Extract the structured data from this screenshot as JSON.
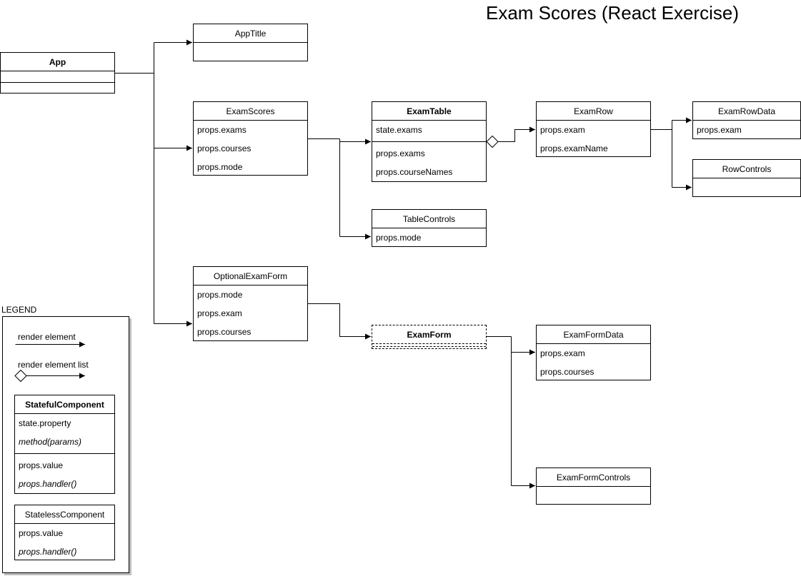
{
  "title": "Exam Scores (React Exercise)",
  "components": {
    "app": {
      "name": "App",
      "fields": []
    },
    "app_title": {
      "name": "AppTitle",
      "fields": []
    },
    "exam_scores": {
      "name": "ExamScores",
      "fields": [
        "props.exams",
        "props.courses",
        "props.mode"
      ]
    },
    "exam_table": {
      "name": "ExamTable",
      "state": [
        "state.exams"
      ],
      "props": [
        "props.exams",
        "props.courseNames"
      ]
    },
    "exam_row": {
      "name": "ExamRow",
      "fields": [
        "props.exam",
        "props.examName"
      ]
    },
    "exam_row_data": {
      "name": "ExamRowData",
      "fields": [
        "props.exam"
      ]
    },
    "row_controls": {
      "name": "RowControls",
      "fields": []
    },
    "table_controls": {
      "name": "TableControls",
      "fields": [
        "props.mode"
      ]
    },
    "optional_exam_form": {
      "name": "OptionalExamForm",
      "fields": [
        "props.mode",
        "props.exam",
        "props.courses"
      ]
    },
    "exam_form": {
      "name": "ExamForm",
      "fields": []
    },
    "exam_form_data": {
      "name": "ExamFormData",
      "fields": [
        "props.exam",
        "props.courses"
      ]
    },
    "exam_form_controls": {
      "name": "ExamFormControls",
      "fields": []
    }
  },
  "legend": {
    "title": "LEGEND",
    "render_element": "render element",
    "render_element_list": "render element list",
    "stateful": {
      "name": "StatefulComponent",
      "state": "state.property",
      "method": "method(params)",
      "prop": "props.value",
      "handler": "props.handler()"
    },
    "stateless": {
      "name": "StatelessComponent",
      "prop": "props.value",
      "handler": "props.handler()"
    }
  }
}
